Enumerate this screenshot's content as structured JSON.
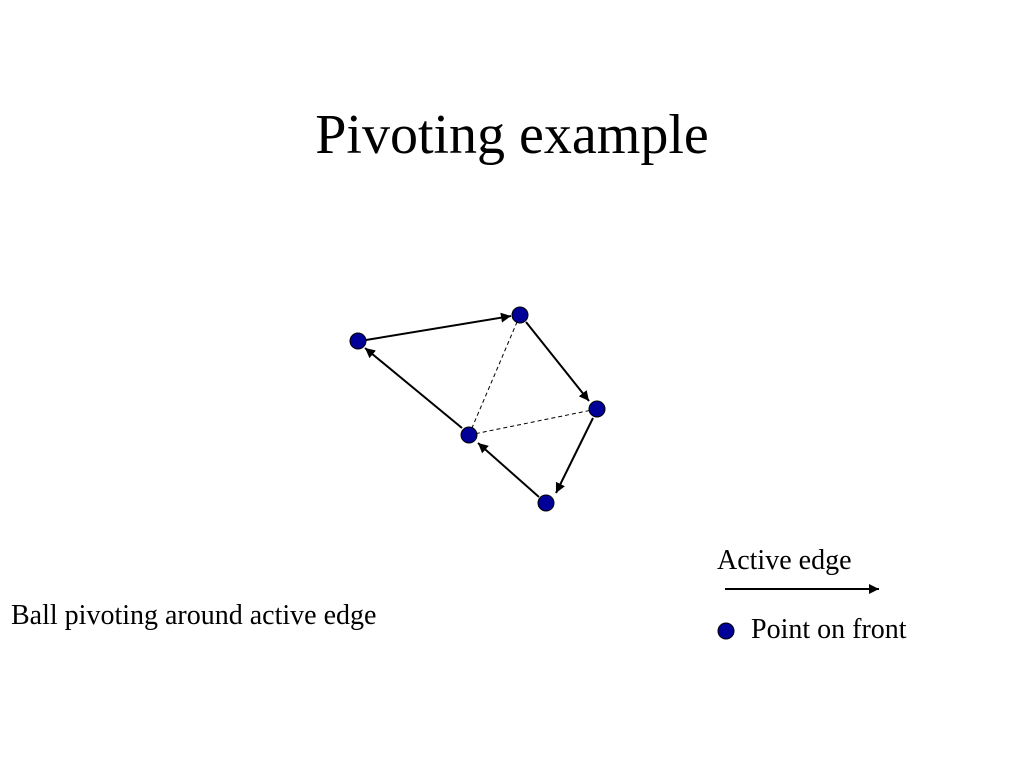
{
  "slide": {
    "title": "Pivoting example",
    "caption": "Ball pivoting around active edge"
  },
  "legend": {
    "active_edge_label": "Active edge",
    "point_label": "Point on front"
  },
  "colors": {
    "point_fill": "#000099",
    "point_stroke": "#000000",
    "edge": "#000000",
    "background": "#ffffff"
  },
  "diagram": {
    "points": [
      "p1",
      "p2",
      "p3",
      "p4",
      "p5"
    ],
    "active_edges": [
      {
        "from": "p1",
        "to": "p2"
      },
      {
        "from": "p2",
        "to": "p3"
      },
      {
        "from": "p3",
        "to": "p5"
      },
      {
        "from": "p5",
        "to": "p4"
      },
      {
        "from": "p4",
        "to": "p1"
      }
    ],
    "dashed_edges": [
      {
        "from": "p4",
        "to": "p2"
      },
      {
        "from": "p4",
        "to": "p3"
      }
    ]
  }
}
